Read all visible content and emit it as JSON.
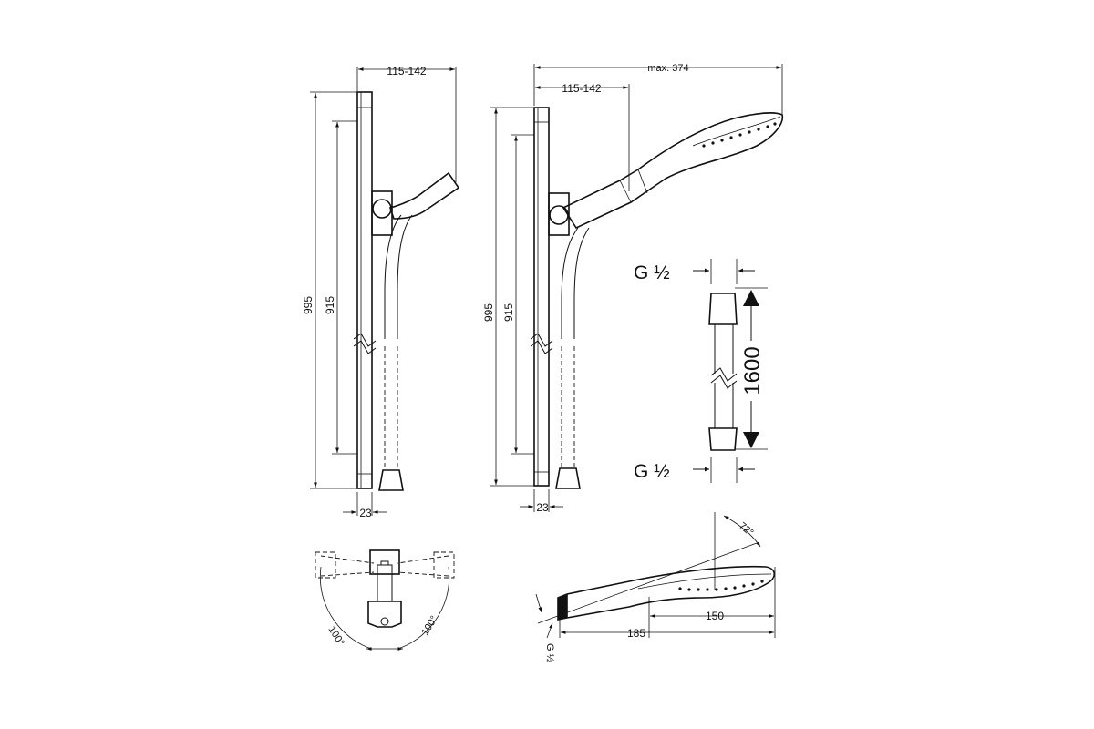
{
  "view_a": {
    "dim_width": "115-142",
    "dim_height_total": "995",
    "dim_height_holes": "915",
    "dim_depth": "23"
  },
  "view_b": {
    "dim_max": "max. 374",
    "dim_width": "115-142",
    "dim_height_total": "995",
    "dim_height_holes": "915",
    "dim_depth": "23"
  },
  "hose": {
    "thread_top": "G ½",
    "thread_bottom": "G ½",
    "length": "1600"
  },
  "swivel": {
    "angle_left": "100°",
    "angle_right": "100°"
  },
  "handshower": {
    "angle": "72°",
    "length": "185",
    "head_length": "150",
    "thread": "G ½"
  }
}
